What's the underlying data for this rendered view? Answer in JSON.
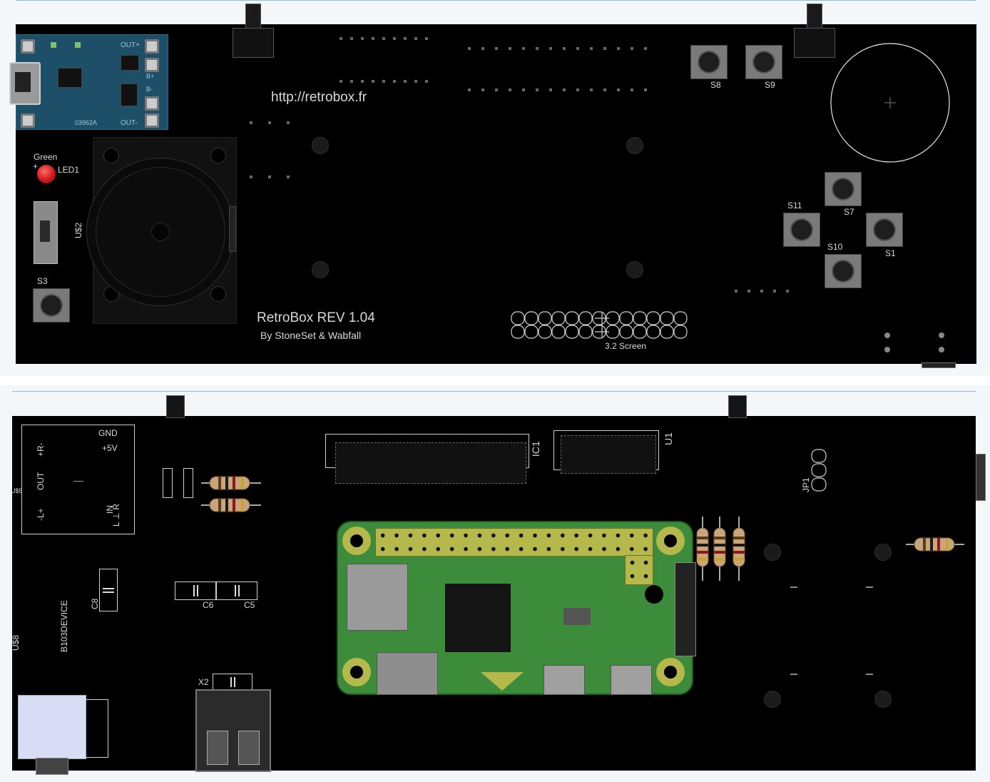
{
  "top_board": {
    "website": "http://retrobox.fr",
    "title": "RetroBox REV 1.04",
    "authors": "By StoneSet & Wabfall",
    "charger_label": "03962A",
    "charger_out_top": "OUT+",
    "charger_out_bottom": "OUT-",
    "charger_bplus": "B+",
    "charger_bminus": "B-",
    "led_color": "Green",
    "led_ref": "LED1",
    "led_plus": "+",
    "joystick_ref": "U$2",
    "buttons": {
      "s3": "S3",
      "s8": "S8",
      "s9": "S9",
      "s7": "S7",
      "s11": "S11",
      "s1": "S1",
      "s10": "S10"
    },
    "screen_label": "3.2 Screen"
  },
  "bottom_board": {
    "amp_gnd": "GND",
    "amp_5v": "+5V",
    "amp_rplus": "+R-",
    "amp_out": "OUT",
    "amp_lplus": "-L+",
    "amp_in": "IN",
    "amp_lr": "L ⊥ R",
    "amp_ref": "U$5",
    "device": "B103DEVICE",
    "device_ref": "U$8",
    "c8": "C8",
    "c6": "C6",
    "c5": "C5",
    "ic1": "IC1",
    "u1": "U1",
    "jp1": "JP1",
    "x2": "X2"
  },
  "colors": {
    "board": "#000000",
    "silkscreen": "#d9d9d9",
    "pcb_green": "#3c8c3c",
    "charger_blue": "#1d4f68",
    "header_yellow": "#b5b84a",
    "led_red": "#d01818",
    "audio_jack": "#d9dcf5"
  }
}
